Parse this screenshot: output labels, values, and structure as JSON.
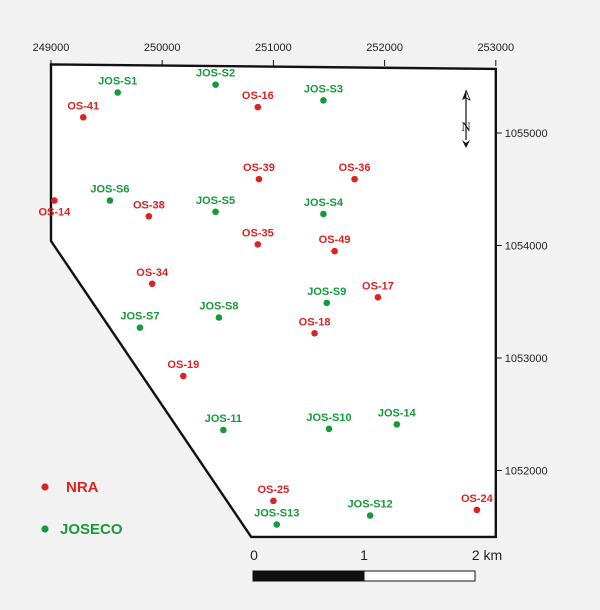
{
  "colors": {
    "nra": "#dd2222",
    "joseco": "#159a3a",
    "frame": "#111111",
    "background": "#f2f2f2"
  },
  "axes": {
    "x_ticks": [
      249000,
      250000,
      251000,
      252000,
      253000
    ],
    "y_ticks": [
      1052000,
      1053000,
      1054000,
      1055000
    ],
    "x_labels": [
      "249000",
      "250000",
      "251000",
      "252000",
      "253000"
    ],
    "y_labels": [
      "1052000",
      "1053000",
      "1054000",
      "1055000"
    ]
  },
  "boundary": [
    [
      249000,
      1055610
    ],
    [
      253000,
      1055570
    ],
    [
      253000,
      1051410
    ],
    [
      250800,
      1051410
    ],
    [
      249000,
      1054040
    ]
  ],
  "stations": [
    {
      "id": "OS-41",
      "label": "OS-41",
      "group": "nra",
      "x": 249290,
      "y": 1055140,
      "label_pos": "above"
    },
    {
      "id": "OS-16",
      "label": "OS-16",
      "group": "nra",
      "x": 250860,
      "y": 1055230,
      "label_pos": "above"
    },
    {
      "id": "OS-39",
      "label": "OS-39",
      "group": "nra",
      "x": 250870,
      "y": 1054590,
      "label_pos": "above"
    },
    {
      "id": "OS-36",
      "label": "OS-36",
      "group": "nra",
      "x": 251730,
      "y": 1054590,
      "label_pos": "above"
    },
    {
      "id": "OS-14",
      "label": "OS-14",
      "group": "nra",
      "x": 249030,
      "y": 1054400,
      "label_pos": "below"
    },
    {
      "id": "OS-38",
      "label": "OS-38",
      "group": "nra",
      "x": 249880,
      "y": 1054260,
      "label_pos": "above"
    },
    {
      "id": "OS-35",
      "label": "OS-35",
      "group": "nra",
      "x": 250860,
      "y": 1054010,
      "label_pos": "above"
    },
    {
      "id": "OS-49",
      "label": "OS-49",
      "group": "nra",
      "x": 251550,
      "y": 1053950,
      "label_pos": "above"
    },
    {
      "id": "OS-34",
      "label": "OS-34",
      "group": "nra",
      "x": 249910,
      "y": 1053660,
      "label_pos": "above"
    },
    {
      "id": "OS-17",
      "label": "OS-17",
      "group": "nra",
      "x": 251940,
      "y": 1053540,
      "label_pos": "above"
    },
    {
      "id": "OS-18",
      "label": "OS-18",
      "group": "nra",
      "x": 251370,
      "y": 1053220,
      "label_pos": "above"
    },
    {
      "id": "OS-19",
      "label": "OS-19",
      "group": "nra",
      "x": 250190,
      "y": 1052840,
      "label_pos": "above"
    },
    {
      "id": "OS-25",
      "label": "OS-25",
      "group": "nra",
      "x": 251000,
      "y": 1051730,
      "label_pos": "above"
    },
    {
      "id": "OS-24",
      "label": "OS-24",
      "group": "nra",
      "x": 252830,
      "y": 1051650,
      "label_pos": "above"
    },
    {
      "id": "JOS-S1",
      "label": "JOS-S1",
      "group": "joseco",
      "x": 249600,
      "y": 1055360,
      "label_pos": "above"
    },
    {
      "id": "JOS-S2",
      "label": "JOS-S2",
      "group": "joseco",
      "x": 250480,
      "y": 1055430,
      "label_pos": "above"
    },
    {
      "id": "JOS-S3",
      "label": "JOS-S3",
      "group": "joseco",
      "x": 251450,
      "y": 1055290,
      "label_pos": "above"
    },
    {
      "id": "JOS-S6",
      "label": "JOS-S6",
      "group": "joseco",
      "x": 249530,
      "y": 1054400,
      "label_pos": "above"
    },
    {
      "id": "JOS-S5",
      "label": "JOS-S5",
      "group": "joseco",
      "x": 250480,
      "y": 1054300,
      "label_pos": "above"
    },
    {
      "id": "JOS-S4",
      "label": "JOS-S4",
      "group": "joseco",
      "x": 251450,
      "y": 1054280,
      "label_pos": "above"
    },
    {
      "id": "JOS-S9",
      "label": "JOS-S9",
      "group": "joseco",
      "x": 251480,
      "y": 1053490,
      "label_pos": "above"
    },
    {
      "id": "JOS-S8",
      "label": "JOS-S8",
      "group": "joseco",
      "x": 250510,
      "y": 1053360,
      "label_pos": "above"
    },
    {
      "id": "JOS-S7",
      "label": "JOS-S7",
      "group": "joseco",
      "x": 249800,
      "y": 1053270,
      "label_pos": "above"
    },
    {
      "id": "JOS-11",
      "label": "JOS-11",
      "group": "joseco",
      "x": 250550,
      "y": 1052360,
      "label_pos": "above"
    },
    {
      "id": "JOS-S10",
      "label": "JOS-S10",
      "group": "joseco",
      "x": 251500,
      "y": 1052370,
      "label_pos": "above"
    },
    {
      "id": "JOS-14",
      "label": "JOS-14",
      "group": "joseco",
      "x": 252110,
      "y": 1052410,
      "label_pos": "above"
    },
    {
      "id": "JOS-S13",
      "label": "JOS-S13",
      "group": "joseco",
      "x": 251030,
      "y": 1051520,
      "label_pos": "above"
    },
    {
      "id": "JOS-S12",
      "label": "JOS-S12",
      "group": "joseco",
      "x": 251870,
      "y": 1051600,
      "label_pos": "above"
    }
  ],
  "legend": [
    {
      "group": "nra",
      "label": "NRA"
    },
    {
      "group": "joseco",
      "label": "JOSECO"
    }
  ],
  "scale_bar": {
    "labels": [
      "0",
      "1",
      "2 km"
    ]
  },
  "north_arrow": {
    "label": "N"
  }
}
